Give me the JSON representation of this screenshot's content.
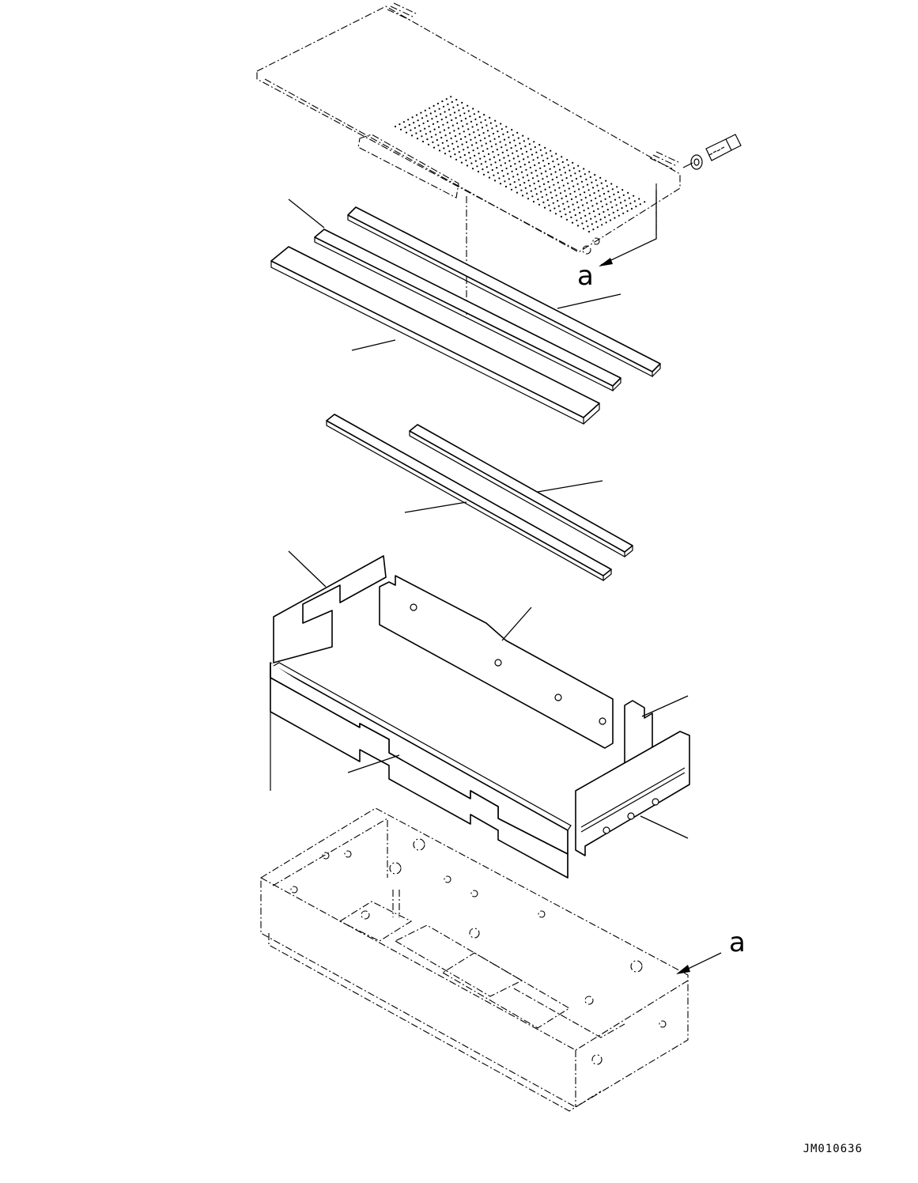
{
  "labels": {
    "view_marker_top": "a",
    "view_marker_bottom": "a"
  },
  "drawing": {
    "reference_code": "JM010636"
  }
}
